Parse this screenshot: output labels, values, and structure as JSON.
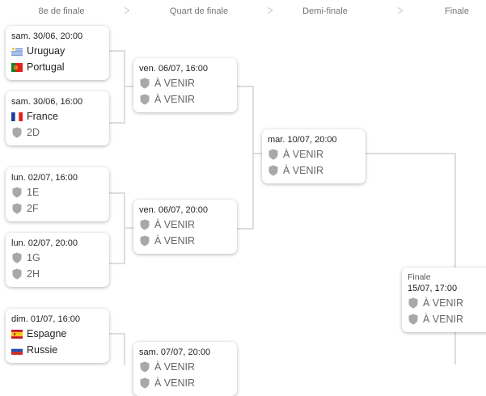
{
  "header": {
    "rounds": [
      "8e de finale",
      "Quart de finale",
      "Demi-finale",
      "Finale"
    ]
  },
  "matches": [
    {
      "date": "sam. 30/06, 20:00",
      "teams": [
        {
          "name": "Uruguay",
          "icon": "uruguay-flag"
        },
        {
          "name": "Portugal",
          "icon": "portugal-flag"
        }
      ]
    },
    {
      "date": "sam. 30/06, 16:00",
      "teams": [
        {
          "name": "France",
          "icon": "france-flag"
        },
        {
          "name": "2D",
          "icon": "shield-icon"
        }
      ]
    },
    {
      "date": "lun. 02/07, 16:00",
      "teams": [
        {
          "name": "1E",
          "icon": "shield-icon"
        },
        {
          "name": "2F",
          "icon": "shield-icon"
        }
      ]
    },
    {
      "date": "lun. 02/07, 20:00",
      "teams": [
        {
          "name": "1G",
          "icon": "shield-icon"
        },
        {
          "name": "2H",
          "icon": "shield-icon"
        }
      ]
    },
    {
      "date": "dim. 01/07, 16:00",
      "teams": [
        {
          "name": "Espagne",
          "icon": "spain-flag"
        },
        {
          "name": "Russie",
          "icon": "russia-flag"
        }
      ]
    },
    {
      "date": "ven. 06/07, 16:00",
      "teams": [
        {
          "name": "À VENIR",
          "icon": "shield-icon"
        },
        {
          "name": "À VENIR",
          "icon": "shield-icon"
        }
      ]
    },
    {
      "date": "ven. 06/07, 20:00",
      "teams": [
        {
          "name": "À VENIR",
          "icon": "shield-icon"
        },
        {
          "name": "À VENIR",
          "icon": "shield-icon"
        }
      ]
    },
    {
      "date": "sam. 07/07, 20:00",
      "teams": [
        {
          "name": "À VENIR",
          "icon": "shield-icon"
        },
        {
          "name": "À VENIR",
          "icon": "shield-icon"
        }
      ]
    },
    {
      "date": "mar. 10/07, 20:00",
      "teams": [
        {
          "name": "À VENIR",
          "icon": "shield-icon"
        },
        {
          "name": "À VENIR",
          "icon": "shield-icon"
        }
      ]
    },
    {
      "label": "Finale",
      "date": "15/07, 17:00",
      "teams": [
        {
          "name": "À VENIR",
          "icon": "shield-icon"
        },
        {
          "name": "À VENIR",
          "icon": "shield-icon"
        }
      ]
    }
  ]
}
